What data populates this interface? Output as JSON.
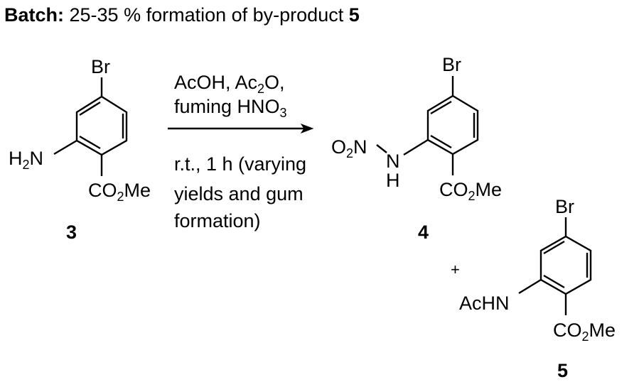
{
  "title": {
    "bold": "Batch:",
    "text": " 25-35 % formation of by-product ",
    "bold_num": "5"
  },
  "compound3": {
    "substituents": {
      "br": "Br",
      "nh2": [
        "H",
        "2",
        "N"
      ],
      "ester": [
        "CO",
        "2",
        "Me"
      ]
    },
    "number": "3"
  },
  "conditions": {
    "above": [
      [
        "AcOH, Ac",
        "2",
        "O,"
      ],
      [
        "fuming HNO",
        "3",
        ""
      ]
    ],
    "below": [
      "r.t., 1 h (varying",
      "yields and gum",
      "formation)"
    ]
  },
  "compound4": {
    "substituents": {
      "br": "Br",
      "no2": [
        "O",
        "2",
        "N"
      ],
      "nh_n": "N",
      "nh_h": "H",
      "ester": [
        "CO",
        "2",
        "Me"
      ]
    },
    "number": "4"
  },
  "plus": "+",
  "compound5": {
    "substituents": {
      "br": "Br",
      "achn": "AcHN",
      "ester": [
        "CO",
        "2",
        "Me"
      ]
    },
    "number": "5"
  }
}
